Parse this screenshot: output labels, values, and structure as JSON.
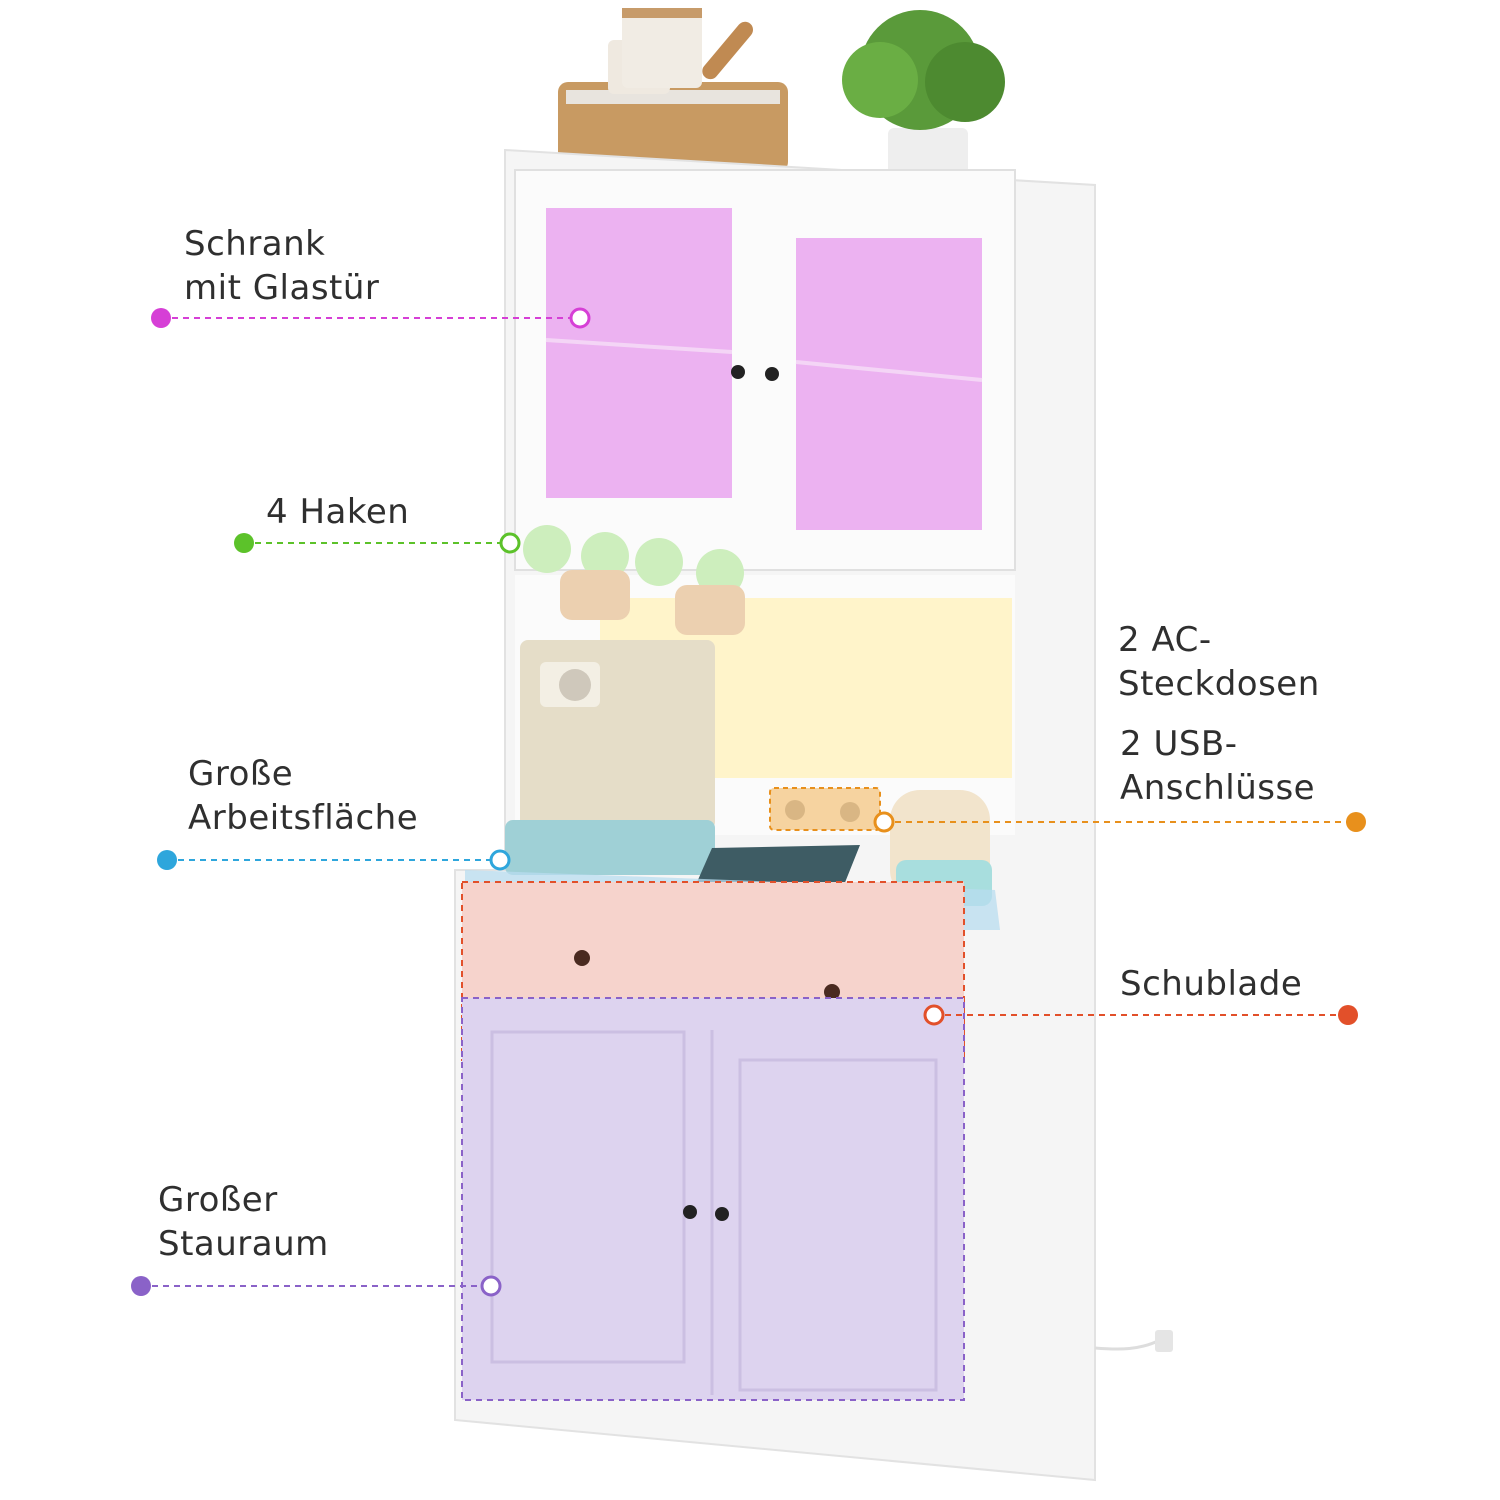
{
  "callouts": {
    "cabinet": {
      "line1": "Schrank",
      "line2": "mit Glastür",
      "color": "#d63fd6"
    },
    "hooks": {
      "line1": "4 Haken",
      "color": "#5cc22a"
    },
    "outlets": {
      "line1": "2 AC-",
      "line2": "Steckdosen",
      "color": "#e8901c"
    },
    "usb": {
      "line1": "2 USB-",
      "line2": "Anschlüsse",
      "color": "#e8901c"
    },
    "worktop": {
      "line1": "Große",
      "line2": "Arbeitsfläche",
      "color": "#2ea6dc"
    },
    "drawer": {
      "line1": "Schublade",
      "color": "#e2502a"
    },
    "storage": {
      "line1": "Großer",
      "line2": "Stauraum",
      "color": "#8a62c8"
    }
  },
  "colors": {
    "glass_tint": "#e9a4ee",
    "worktop_tint": "#b8dcef",
    "drawer_tint": "#f6d3cc",
    "storage_tint": "#ddd3ef",
    "cabinet_white": "#f7f7f7",
    "warm_light": "#fff3c4"
  }
}
